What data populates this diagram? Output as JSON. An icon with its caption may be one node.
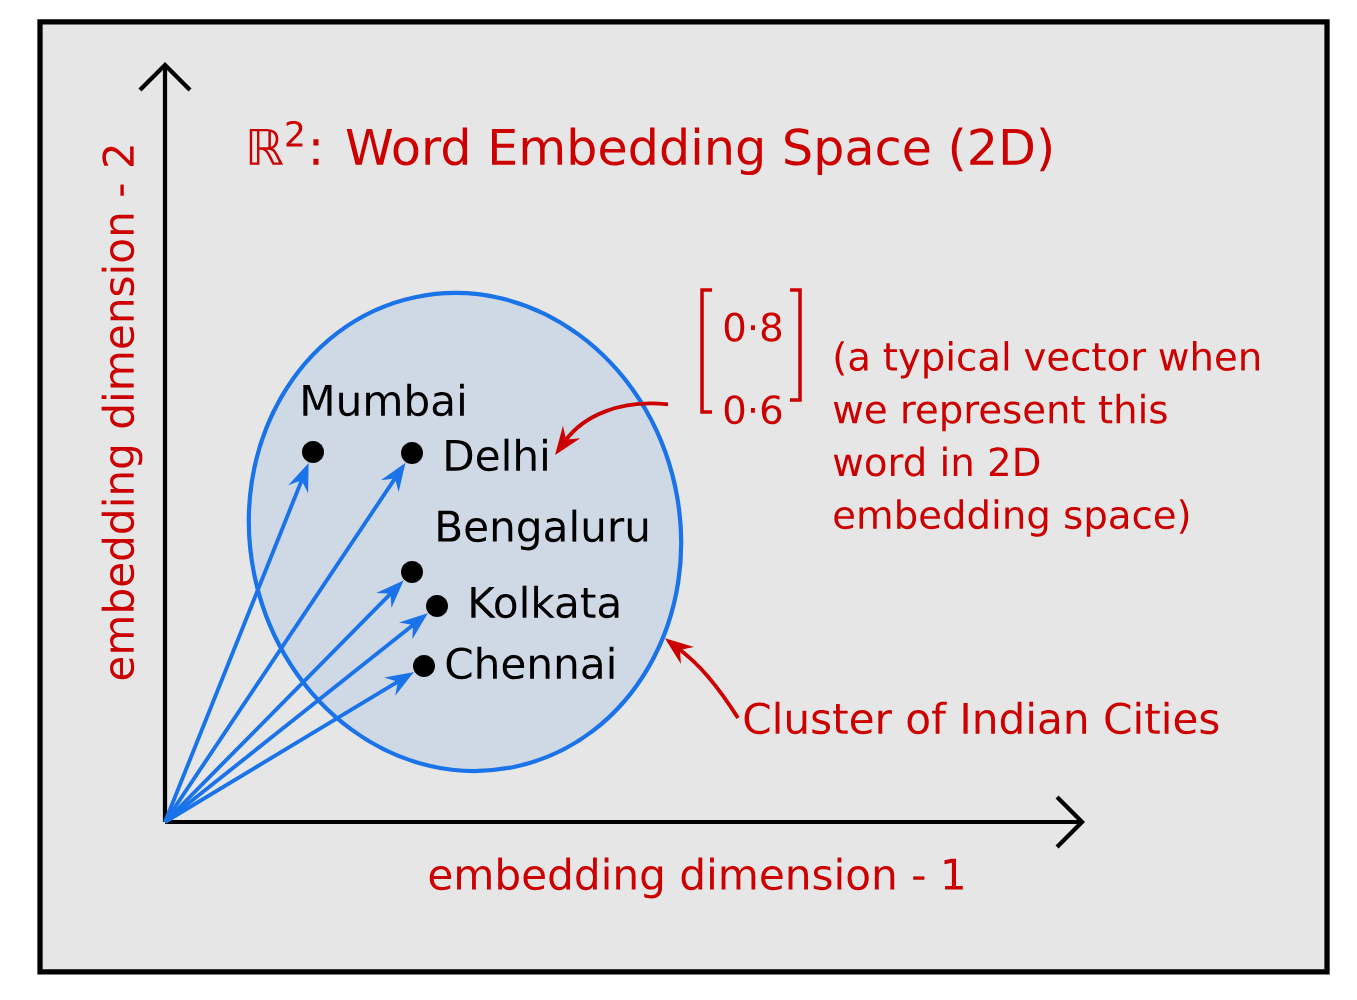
{
  "diagram": {
    "title": "ℝ$^{2}$: Word Embedding Space (2D)",
    "nodes": [
      {
        "text": [],
        "shape": "ellipse"
      },
      {
        "text": [],
        "shape": "dot",
        "beside": [
          "Mumbai"
        ],
        "in": 0
      },
      {
        "text": [],
        "shape": "dot",
        "beside": [
          "Delhi"
        ],
        "in": 0
      },
      {
        "text": [],
        "shape": "dot",
        "beside": [
          "Bengaluru"
        ],
        "in": 0
      },
      {
        "text": [],
        "shape": "dot",
        "beside": [
          "Kolkata"
        ],
        "in": 0
      },
      {
        "text": [],
        "shape": "dot",
        "beside": [
          "Chennai"
        ],
        "in": 0
      },
      {
        "text": [
          "0·8",
          "0·6",
          "(a typical vector when we represent this word in 2D embedding space)"
        ]
      },
      {
        "text": [
          "Cluster of Indian Cities"
        ]
      }
    ],
    "edges": [
      {
        "from": null,
        "to": 1,
        "arrow": "to"
      },
      {
        "from": null,
        "to": 2,
        "arrow": "to"
      },
      {
        "from": null,
        "to": 3,
        "arrow": "to"
      },
      {
        "from": null,
        "to": 4,
        "arrow": "to"
      },
      {
        "from": null,
        "to": 5,
        "arrow": "to"
      },
      {
        "from": 6,
        "to": 2,
        "arrow": "to",
        "color": "#cc0000"
      },
      {
        "from": 7,
        "to": 0,
        "arrow": "to",
        "color": "#cc0000"
      }
    ],
    "labels": [
      "embedding dimension - 2",
      "embedding dimension - 1"
    ]
  }
}
